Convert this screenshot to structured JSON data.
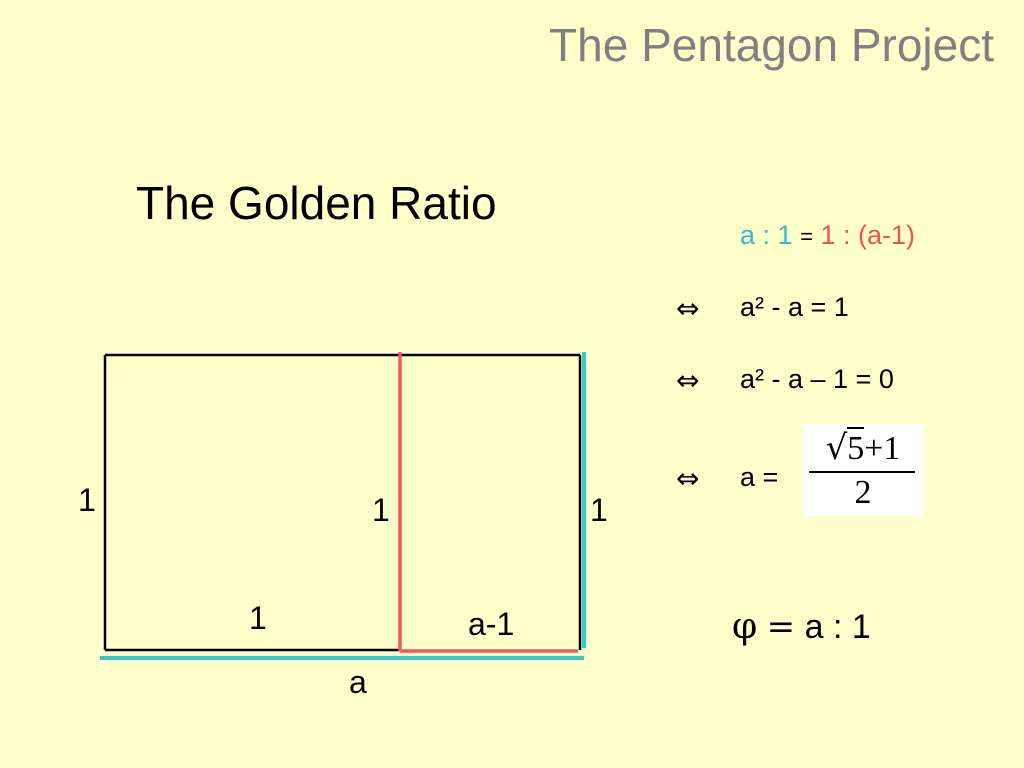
{
  "header": {
    "title": "The Pentagon Project"
  },
  "main": {
    "title": "The Golden Ratio"
  },
  "diagram": {
    "labels": {
      "left_side": "1",
      "inner_vertical": "1",
      "right_side": "1",
      "bottom_left": "1",
      "bottom_right": "a-1",
      "bottom_total": "a"
    },
    "colors": {
      "outline": "#000000",
      "inner": "#f05a5a",
      "total": "#33cccc"
    }
  },
  "equations": {
    "line1": {
      "left": "a : 1",
      "equals": "=",
      "right": "1 : (a-1)",
      "left_color": "#33bbcc",
      "right_color": "#f05050"
    },
    "line2": {
      "symbol": "⇔",
      "text": "a² - a = 1"
    },
    "line3": {
      "symbol": "⇔",
      "text": "a² - a – 1 = 0"
    },
    "line4": {
      "symbol": "⇔",
      "text": "a ="
    },
    "fraction": {
      "sqrt_symbol": "√",
      "radicand": "5",
      "numerator_rest": "+1",
      "denominator": "2"
    },
    "phi": {
      "symbol": "φ",
      "equals": "=",
      "text": "a : 1"
    }
  }
}
